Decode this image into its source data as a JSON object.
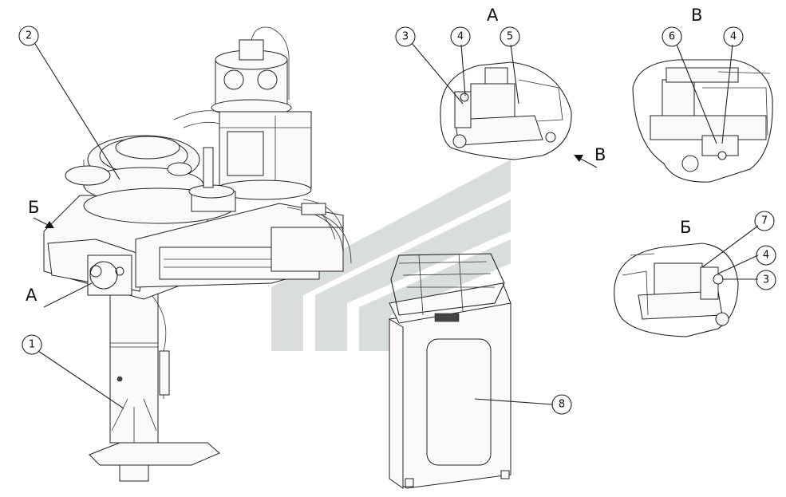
{
  "views": {
    "A": "А",
    "B": "Б",
    "V": "В"
  },
  "callouts": {
    "n1": "1",
    "n2": "2",
    "n3": "3",
    "n4": "4",
    "n5": "5",
    "n6": "6",
    "n7": "7",
    "n8": "8"
  },
  "colors": {
    "line": "#222222",
    "watermark": "#c9d1cf"
  },
  "watermark_icon": "railway-logo-watermark"
}
